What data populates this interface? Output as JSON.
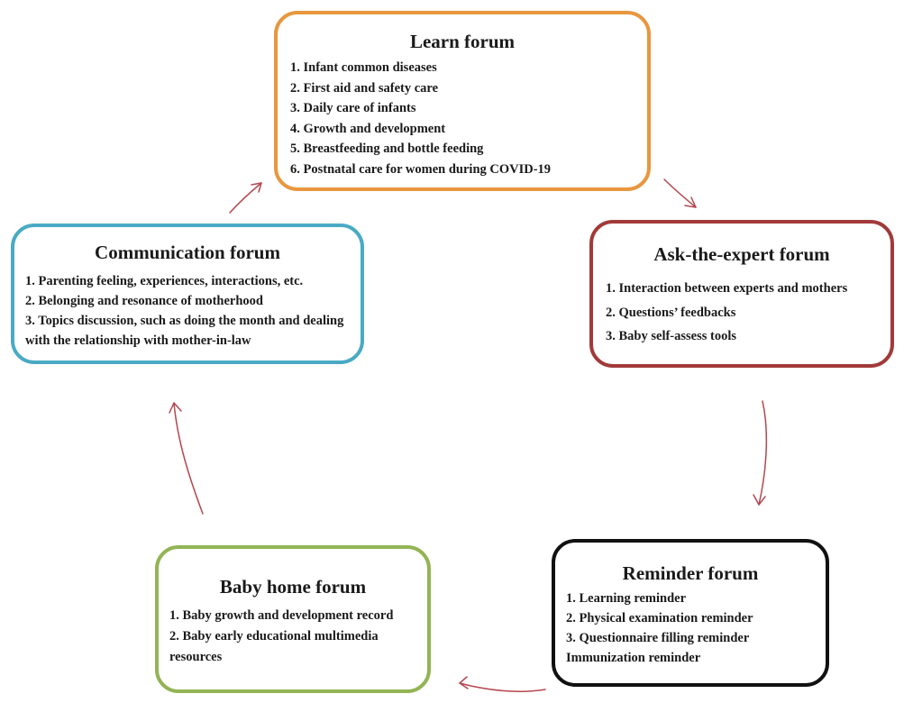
{
  "forums": {
    "learn": {
      "title": "Learn forum",
      "items": [
        "1. Infant common diseases",
        "2. First aid and safety care",
        "3. Daily care of infants",
        "4. Growth and development",
        "5. Breastfeeding and bottle feeding",
        "6. Postnatal care for women during COVID-19"
      ],
      "border_color": "#e8973f"
    },
    "ask": {
      "title": "Ask-the-expert forum",
      "items": [
        "1. Interaction between experts and mothers",
        "2. Questions’ feedbacks",
        "3. Baby self-assess tools"
      ],
      "border_color": "#a23a3a"
    },
    "reminder": {
      "title": "Reminder forum",
      "items": [
        "1. Learning reminder",
        "2. Physical examination reminder",
        "3. Questionnaire filling reminder",
        "Immunization reminder"
      ],
      "border_color": "#111111"
    },
    "baby": {
      "title": "Baby home forum",
      "items": [
        "1. Baby growth and development record",
        "2. Baby early educational multimedia resources"
      ],
      "border_color": "#93b455"
    },
    "comm": {
      "title": "Communication forum",
      "items": [
        "1. Parenting feeling, experiences, interactions, etc.",
        "2. Belonging and resonance of motherhood",
        "3. Topics discussion, such as doing the month and dealing with the relationship with mother-in-law"
      ],
      "border_color": "#4aaac4"
    }
  },
  "arrow_color": "#b5474f"
}
